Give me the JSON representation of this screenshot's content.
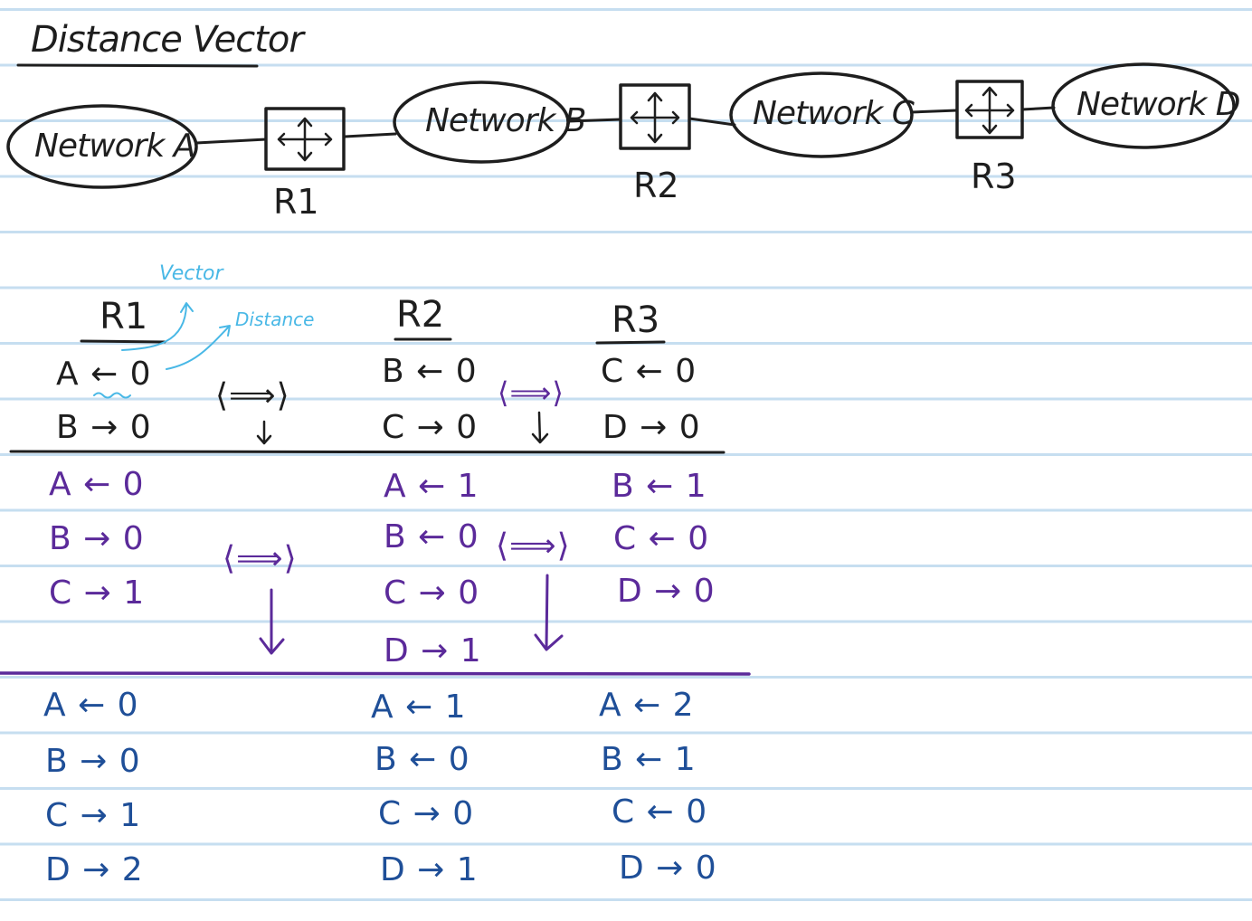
{
  "title": "Distance Vector",
  "topology": {
    "networks": [
      {
        "label": "Network A"
      },
      {
        "label": "Network B"
      },
      {
        "label": "Network C"
      },
      {
        "label": "Network D"
      }
    ],
    "routers": [
      {
        "label": "R1"
      },
      {
        "label": "R2"
      },
      {
        "label": "R3"
      }
    ]
  },
  "annotations": {
    "vector": "Vector",
    "distance": "Distance"
  },
  "exchange_symbol": "⟨⟹⟩",
  "tables": {
    "headers": [
      "R1",
      "R2",
      "R3"
    ],
    "round1": {
      "r1": [
        "A ← 0",
        "B → 0"
      ],
      "r2": [
        "B ← 0",
        "C → 0"
      ],
      "r3": [
        "C ← 0",
        "D → 0"
      ]
    },
    "round2": {
      "r1": [
        "A ← 0",
        "B → 0",
        "C → 1"
      ],
      "r2": [
        "A ← 1",
        "B ← 0",
        "C → 0",
        "D → 1"
      ],
      "r3": [
        "B ← 1",
        "C ← 0",
        "D → 0"
      ]
    },
    "round3": {
      "r1": [
        "A ← 0",
        "B → 0",
        "C → 1",
        "D → 2"
      ],
      "r2": [
        "A ← 1",
        "B ← 0",
        "C → 0",
        "D → 1"
      ],
      "r3": [
        "A ← 2",
        "B ← 1",
        "C ← 0",
        "D → 0"
      ]
    }
  },
  "colors": {
    "paper": "#ffffff",
    "ruled_line": "#c6def0",
    "ink_black": "#1e1e1e",
    "ink_purple": "#5b2a9a",
    "ink_blue": "#1f4f98",
    "ink_cyan": "#49b8e6"
  }
}
